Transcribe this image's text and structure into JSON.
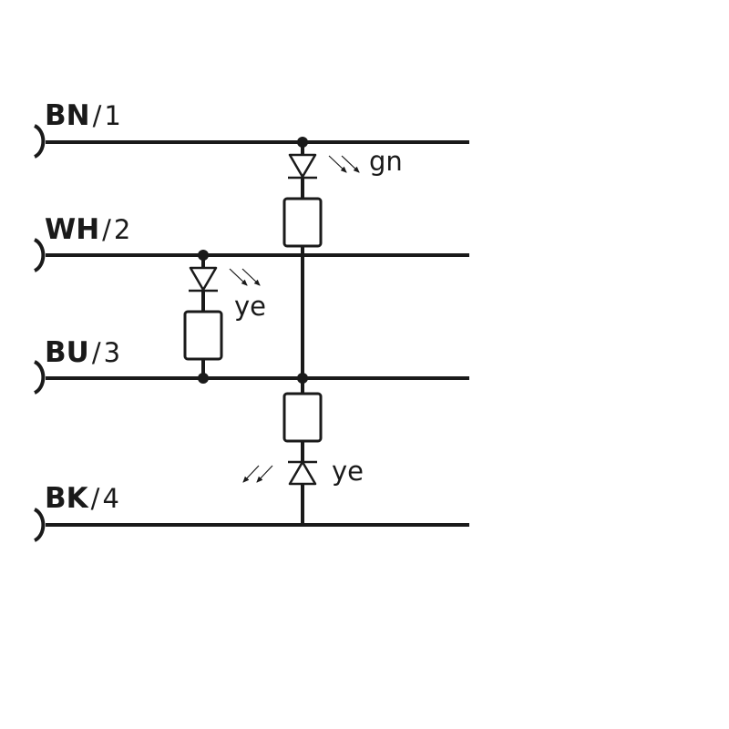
{
  "wires": [
    {
      "id": "bn",
      "code": "BN",
      "sep": "/",
      "pin": "1"
    },
    {
      "id": "wh",
      "code": "WH",
      "sep": "/",
      "pin": "2"
    },
    {
      "id": "bu",
      "code": "BU",
      "sep": "/",
      "pin": "3"
    },
    {
      "id": "bk",
      "code": "BK",
      "sep": "/",
      "pin": "4"
    }
  ],
  "leds": [
    {
      "id": "led-bn",
      "color_label": "gn"
    },
    {
      "id": "led-wh",
      "color_label": "ye"
    },
    {
      "id": "led-bk",
      "color_label": "ye"
    }
  ],
  "colors": {
    "line": "#1a1a1a",
    "background": "#ffffff"
  }
}
